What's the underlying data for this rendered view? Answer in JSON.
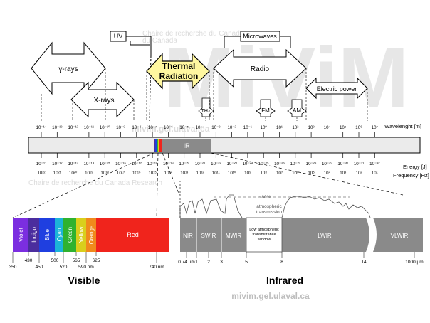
{
  "top_labels": {
    "uv": "UV",
    "microwaves": "Microwaves"
  },
  "arrows": {
    "gamma": "γ-rays",
    "xrays": "X-rays",
    "thermal_line1": "Thermal",
    "thermal_line2": "Radiation",
    "radio": "Radio",
    "thz": "THz",
    "fm": "FM",
    "am": "AM",
    "electric": "Electric power"
  },
  "wavelength": {
    "label": "Wavelenght [m]",
    "ticks": [
      "10⁻¹⁴",
      "10⁻¹³",
      "10⁻¹²",
      "10⁻¹¹",
      "10⁻¹⁰",
      "10⁻⁹",
      "10⁻⁸",
      "10⁻⁷",
      "10⁻⁶",
      "10⁻⁵",
      "10⁻⁴",
      "10⁻³",
      "10⁻²",
      "10⁻¹",
      "10⁰",
      "10¹",
      "10²",
      "10³",
      "10⁴",
      "10⁵",
      "10⁶",
      "10⁷"
    ]
  },
  "band_label": "IR",
  "energy": {
    "label": "Energy [J]",
    "ticks": [
      "10⁻¹¹",
      "10⁻¹²",
      "10⁻¹³",
      "10⁻¹⁴",
      "10⁻¹⁵",
      "10⁻¹⁶",
      "10⁻¹⁷",
      "10⁻¹⁸",
      "10⁻¹⁹",
      "10⁻²⁰",
      "10⁻²¹",
      "10⁻²²",
      "10⁻²³",
      "10⁻²⁴",
      "10⁻²⁵",
      "10⁻²⁶",
      "10⁻²⁷",
      "10⁻²⁸",
      "10⁻²⁹",
      "10⁻³⁰",
      "10⁻³¹",
      "10⁻³²"
    ]
  },
  "frequency": {
    "label": "Frequency [Hz]",
    "ticks": [
      "10²²",
      "10²¹",
      "10²⁰",
      "10¹⁹",
      "10¹⁸",
      "10¹⁷",
      "10¹⁶",
      "10¹⁵",
      "10¹⁴",
      "10¹³",
      "10¹²",
      "10¹¹",
      "10¹⁰",
      "10⁹",
      "10⁸",
      "10⁷",
      "10⁶",
      "10⁵",
      "10⁴",
      "10³",
      "10²",
      "10¹"
    ]
  },
  "visible": {
    "title": "Visible",
    "bands": [
      {
        "label": "Violet",
        "color": "#7b2ee0"
      },
      {
        "label": "Indigo",
        "color": "#4b2d9e"
      },
      {
        "label": "Blue",
        "color": "#1f3fe0"
      },
      {
        "label": "Cyan",
        "color": "#1cb4d8"
      },
      {
        "label": "Green",
        "color": "#2fb22f"
      },
      {
        "label": "Yellow",
        "color": "#d9cf1c"
      },
      {
        "label": "Orange",
        "color": "#f08a1c"
      },
      {
        "label": "Red",
        "color": "#f0241c"
      }
    ],
    "ticks": [
      "350",
      "430",
      "450",
      "500",
      "520",
      "565",
      "590 nm",
      "625",
      "740 nm"
    ]
  },
  "infrared": {
    "title": "Infrared",
    "bands": [
      "NIR",
      "SWIR",
      "MWIR",
      "LWIR",
      "VLWIR"
    ],
    "window_text": [
      "Low atmospheric",
      "transmittance",
      "window"
    ],
    "ticks": [
      "0.74 μm",
      "1",
      "2",
      "3",
      "5",
      "8",
      "14",
      "1000 μm"
    ],
    "transmission_pct": "~80%",
    "transmission_label": [
      "atmospheric",
      "transmission"
    ]
  },
  "watermark": {
    "logo": "MiViM",
    "url": "mivim.gel.ulaval.ca",
    "chair_line1": "Chaire de recherche du Canada Research",
    "chair_line2": "du Canada"
  },
  "colors": {
    "thermal_fill": "#fff7a0",
    "ir_band": "#8a8a8a",
    "spectrum_bar": "#ebebeb"
  }
}
